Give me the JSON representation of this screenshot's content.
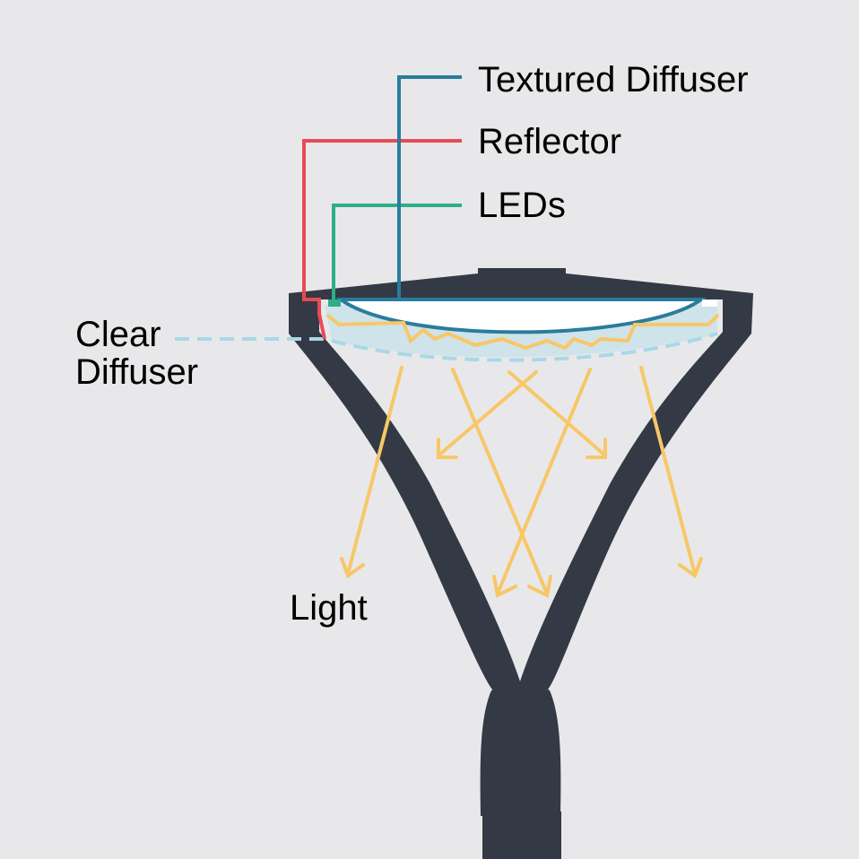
{
  "labels": {
    "textured_diffuser": "Textured Diffuser",
    "reflector": "Reflector",
    "leds": "LEDs",
    "clear_line1": "Clear",
    "clear_line2": "Diffuser",
    "light": "Light"
  },
  "colors": {
    "background": "#e8e8ea",
    "lamp_body": "#333a45",
    "textured_diffuser_line": "#2a7c9c",
    "reflector_line": "#e84a55",
    "leds_line": "#2fae8a",
    "clear_diffuser": "#a8d8e8",
    "light_rays": "#f7c768",
    "diffuser_fill": "#ffffff"
  },
  "icons": [
    "arrow-icon"
  ]
}
